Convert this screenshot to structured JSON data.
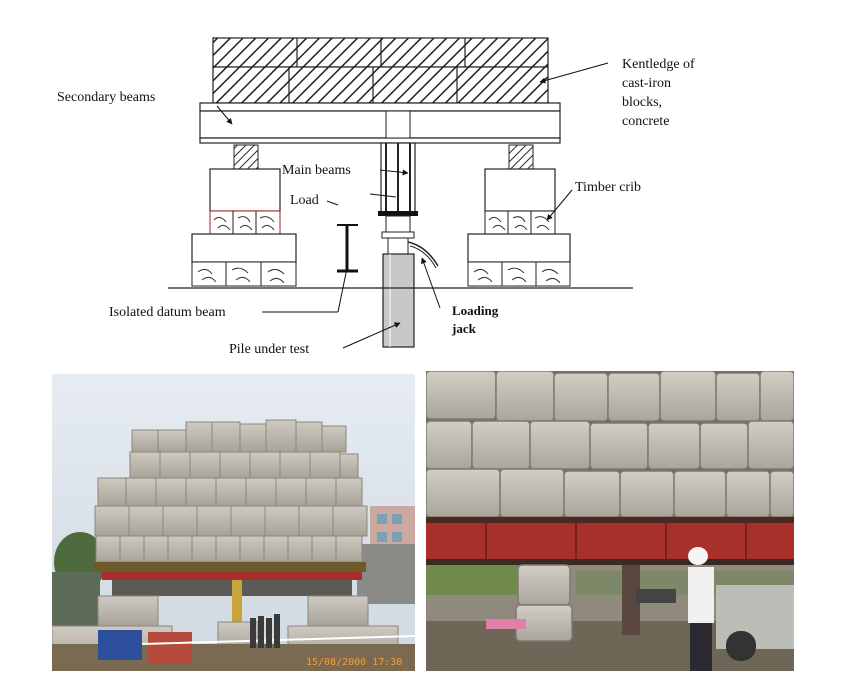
{
  "diagram": {
    "labels": {
      "kentledge_line1": "Kentledge of",
      "kentledge_line2": "cast-iron",
      "kentledge_line3": "blocks,",
      "kentledge_line4": "concrete",
      "secondary_beams": "Secondary beams",
      "main_beams": "Main beams",
      "load": "Load",
      "timber_crib": "Timber crib",
      "isolated_datum_beam": "Isolated datum  beam",
      "loading_jack_line1": "Loading",
      "loading_jack_line2": "jack",
      "pile_under_test": "Pile under test"
    }
  },
  "photos": {
    "left": {
      "timestamp": "15/08/2000  17:30"
    },
    "right": {}
  },
  "colors": {
    "steel_beam_red": "#a8302c",
    "concrete_block": "#b9b5ad",
    "sky": "#dfe6ee",
    "ground": "#7b6a52",
    "pile_grey": "#c8c8c8"
  }
}
